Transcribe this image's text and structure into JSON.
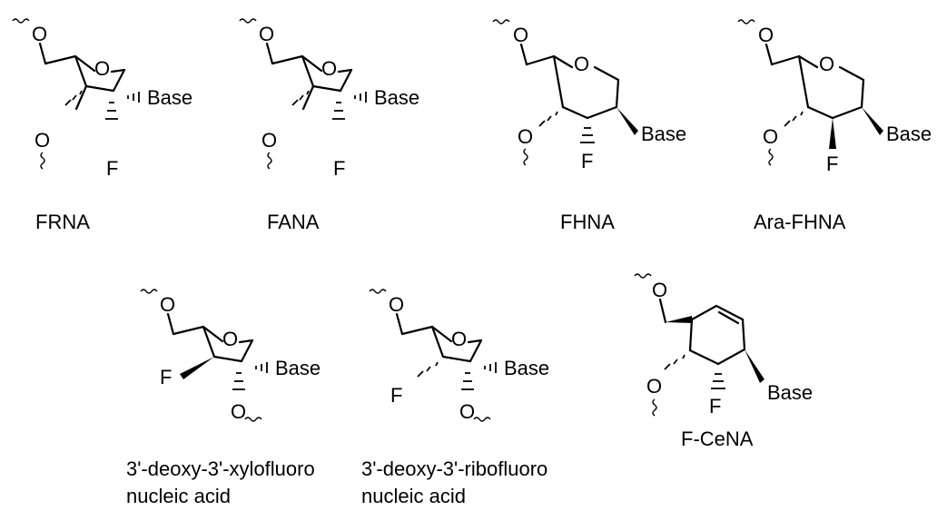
{
  "atoms": {
    "oxygen": "O",
    "fluorine": "F",
    "base": "Base"
  },
  "structures": [
    {
      "id": "frna",
      "caption": "FRNA"
    },
    {
      "id": "fana",
      "caption": "FANA"
    },
    {
      "id": "fhna",
      "caption": "FHNA"
    },
    {
      "id": "ara-fhna",
      "caption": "Ara-FHNA"
    },
    {
      "id": "xylofluoro",
      "caption_lines": [
        "3'-deoxy-3'-xylofluoro",
        "nucleic acid"
      ]
    },
    {
      "id": "ribofluoro",
      "caption_lines": [
        "3'-deoxy-3'-ribofluoro",
        "nucleic acid"
      ]
    },
    {
      "id": "f-cena",
      "caption": "F-CeNA"
    }
  ]
}
